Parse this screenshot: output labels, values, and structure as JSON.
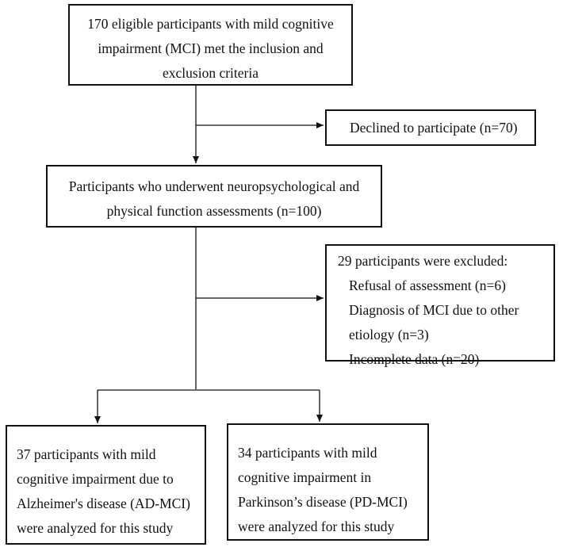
{
  "boxes": {
    "eligible": {
      "lines": [
        "170 eligible participants with mild cognitive",
        "impairment (MCI) met the inclusion and",
        "exclusion criteria"
      ]
    },
    "declined": {
      "text": "Declined to participate (n=70)"
    },
    "assessed": {
      "lines": [
        "Participants who underwent neuropsychological and",
        "physical function assessments (n=100)"
      ]
    },
    "excluded": {
      "heading": "29 participants were excluded:",
      "items": [
        "Refusal of assessment (n=6)",
        "Diagnosis of MCI due to other",
        "etiology (n=3)",
        "Incomplete data (n=20)"
      ]
    },
    "ad_mci": {
      "lines": [
        "37 participants with mild",
        "cognitive impairment due to",
        "Alzheimer's disease (AD-MCI)",
        "were analyzed for this study"
      ]
    },
    "pd_mci": {
      "lines": [
        "34 participants with mild",
        "cognitive impairment in",
        "Parkinson’s disease (PD-MCI)",
        "were analyzed for this study"
      ]
    }
  }
}
